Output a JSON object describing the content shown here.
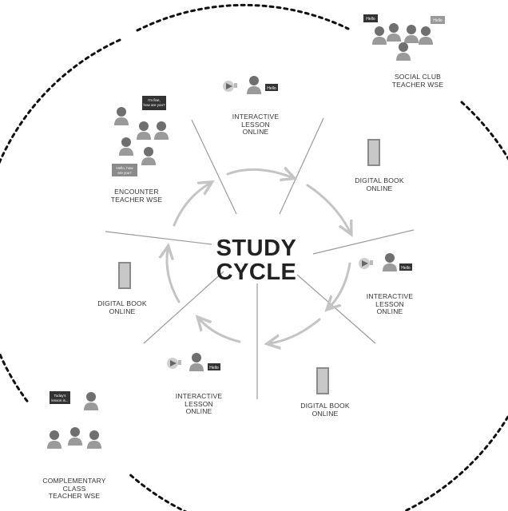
{
  "center": {
    "line1": "STUDY",
    "line2": "CYCLE"
  },
  "nodes": [
    {
      "id": "interactive-top",
      "lines": [
        "INTERACTIVE",
        "LESSON",
        "ONLINE"
      ],
      "icon": "teacher-video-lesson-icon"
    },
    {
      "id": "digital-right-top",
      "lines": [
        "DIGITAL BOOK",
        "ONLINE"
      ],
      "icon": "book-icon"
    },
    {
      "id": "interactive-right",
      "lines": [
        "INTERACTIVE",
        "LESSON",
        "ONLINE"
      ],
      "icon": "teacher-video-lesson-icon"
    },
    {
      "id": "digital-bottom",
      "lines": [
        "DIGITAL BOOK",
        "ONLINE"
      ],
      "icon": "book-icon"
    },
    {
      "id": "interactive-bottom",
      "lines": [
        "INTERACTIVE",
        "LESSON",
        "ONLINE"
      ],
      "icon": "teacher-video-lesson-icon"
    },
    {
      "id": "digital-left",
      "lines": [
        "DIGITAL BOOK",
        "ONLINE"
      ],
      "icon": "book-icon"
    },
    {
      "id": "encounter",
      "lines": [
        "ENCOUNTER",
        "TEACHER WSE"
      ],
      "icon": "group-conversation-icon"
    }
  ],
  "outer": [
    {
      "id": "social-club",
      "lines": [
        "SOCIAL CLUB",
        "TEACHER WSE"
      ],
      "icon": "group-chat-icon"
    },
    {
      "id": "complementary",
      "lines": [
        "COMPLEMENTARY",
        "CLASS",
        "TEACHER WSE"
      ],
      "icon": "class-group-icon"
    }
  ],
  "bubbles": {
    "hello": "Hello",
    "how_are_you": "I'm fine, how are you?",
    "hello_how_are_you": "Hello, how are you?",
    "todays_lesson": "Today's lesson is..."
  },
  "colors": {
    "ink": "#222222",
    "arrow": "#c4c4c4",
    "divider": "#9a9a9a",
    "figure": "#8a8a8a"
  }
}
